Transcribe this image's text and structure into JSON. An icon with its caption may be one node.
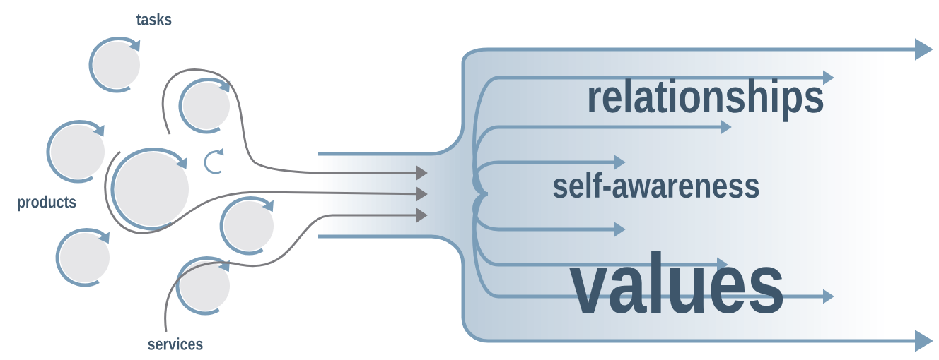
{
  "diagram": {
    "labels": [
      "tasks",
      "products",
      "relationships",
      "self-awareness",
      "values",
      "services"
    ]
  }
}
